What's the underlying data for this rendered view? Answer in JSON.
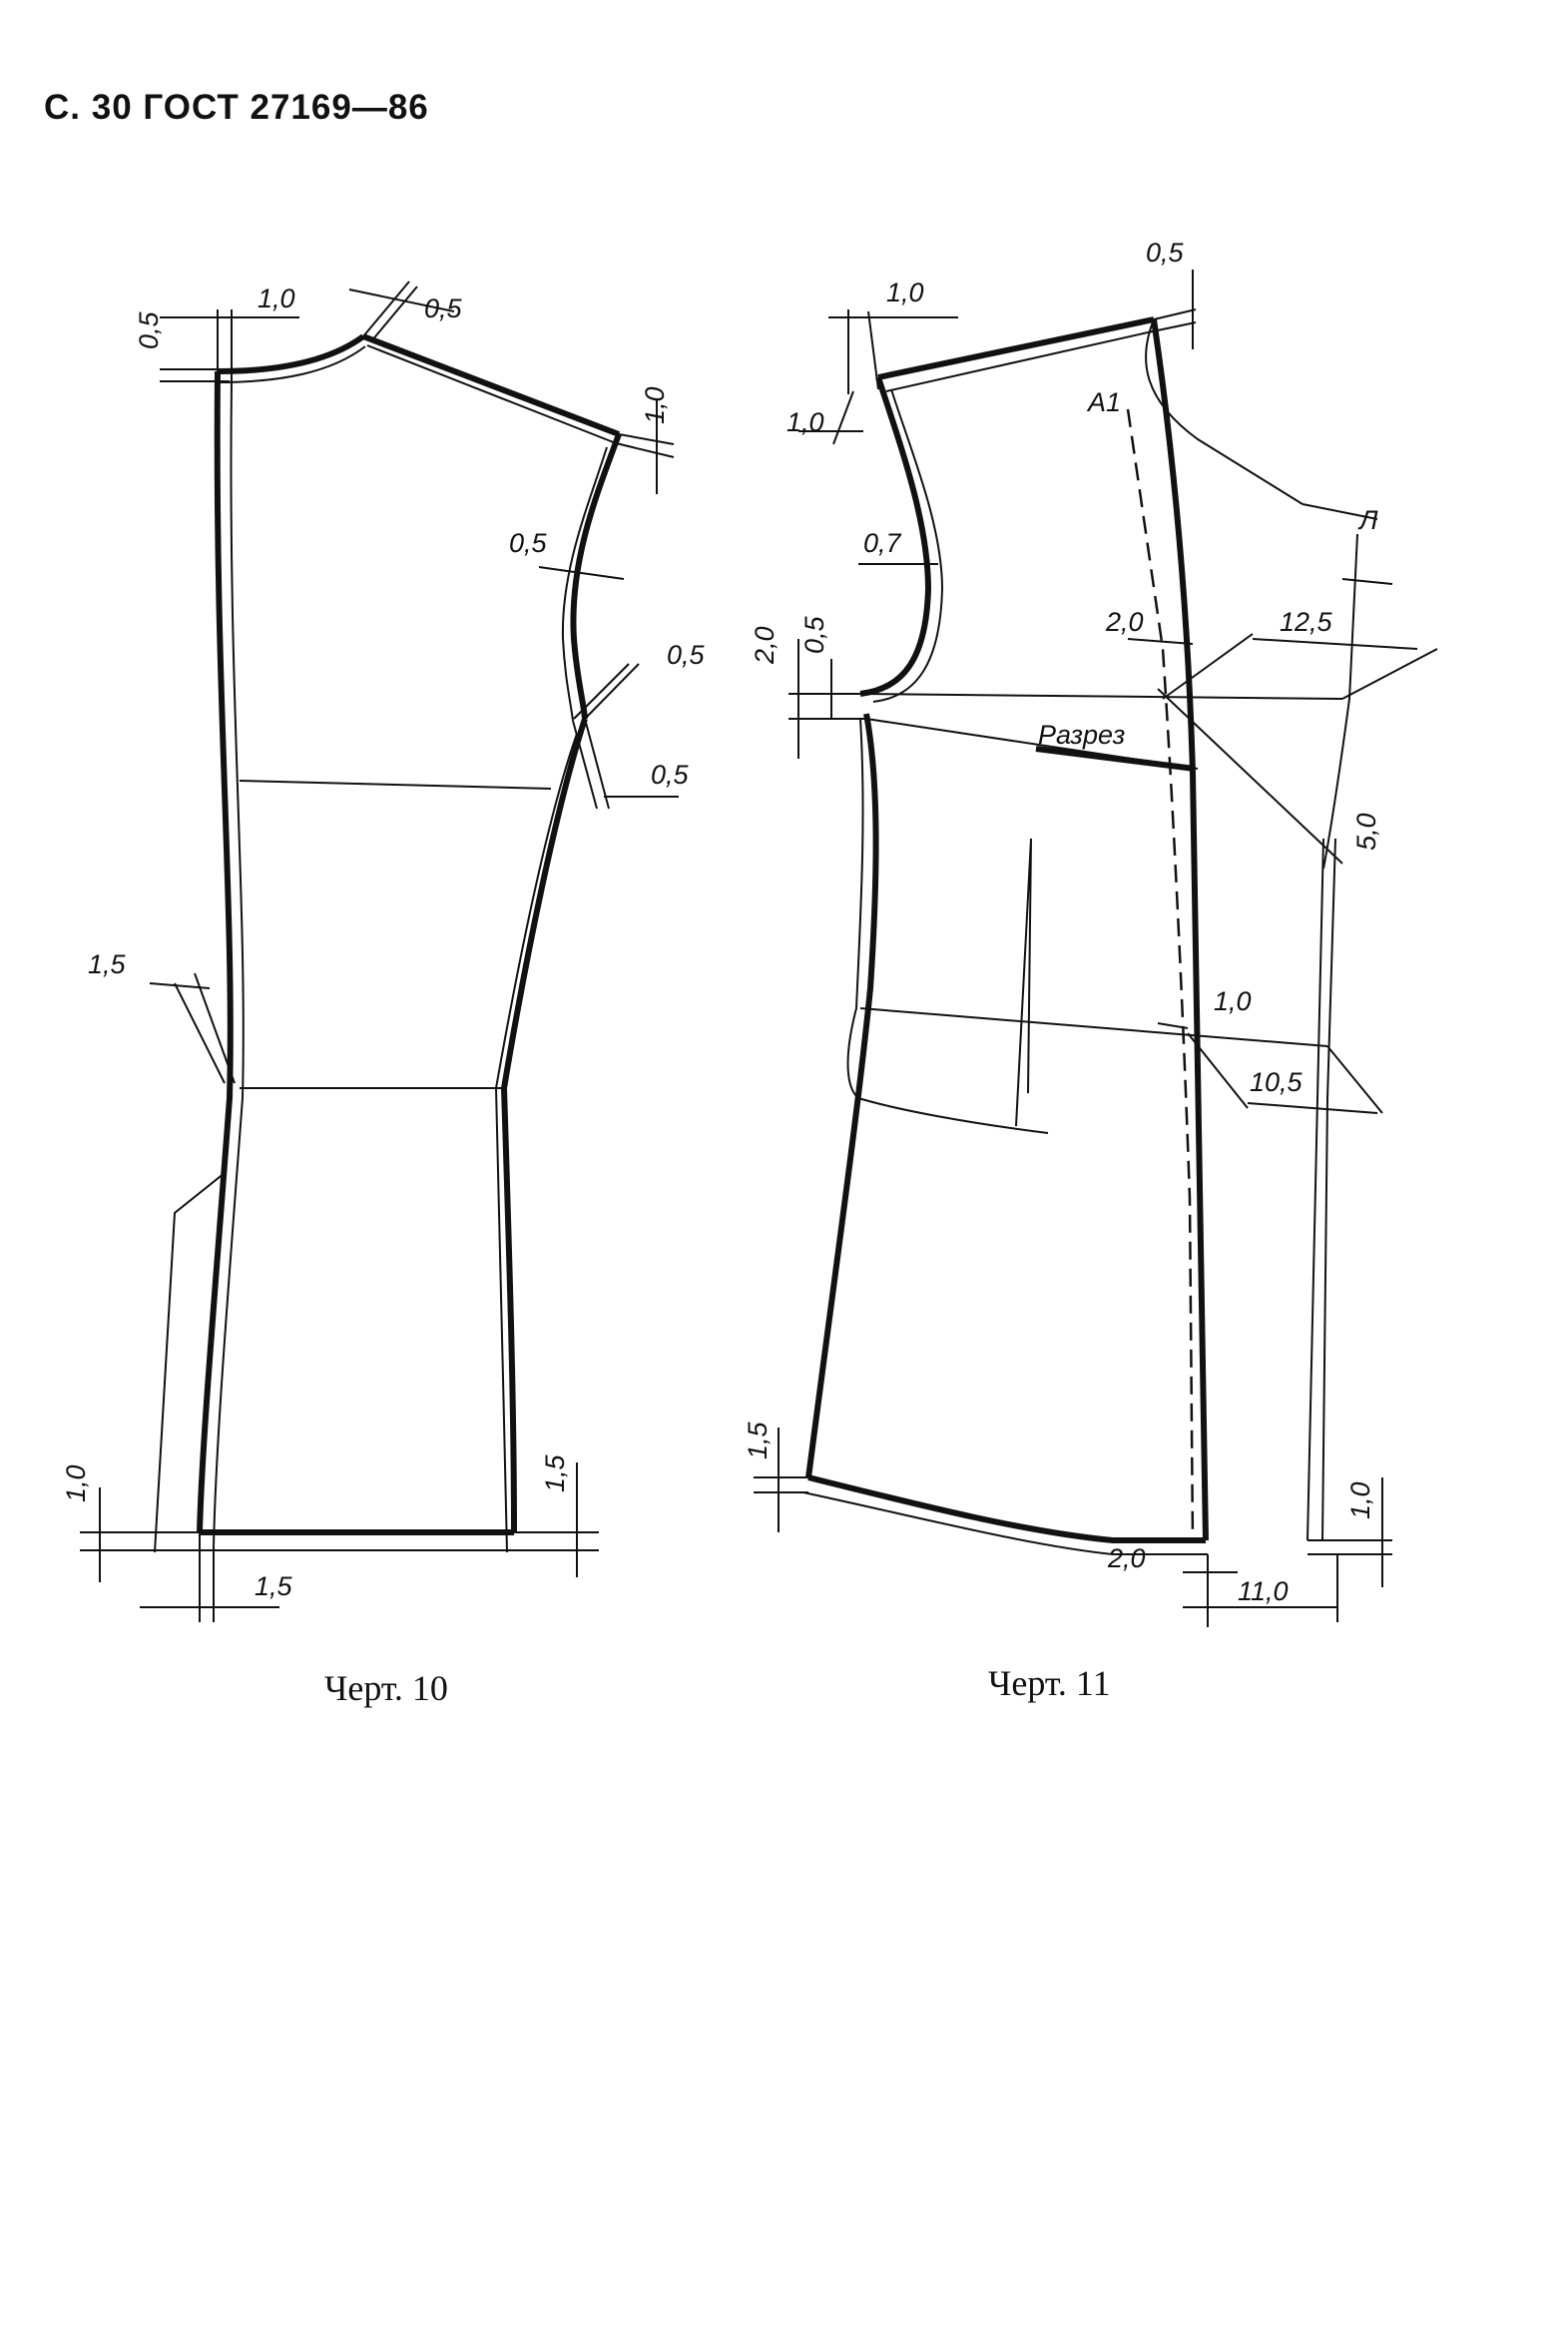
{
  "header": {
    "text": "С. 30 ГОСТ 27169—86"
  },
  "figure10": {
    "caption": "Черт. 10",
    "dims": [
      "1,0",
      "0,5",
      "0,5",
      "1,0",
      "0,5",
      "0,5",
      "0,5",
      "1,5",
      "1,0",
      "1,5",
      "1,5"
    ]
  },
  "figure11": {
    "caption": "Черт. 11",
    "cut_label": "Разрез",
    "point_a1": "А1",
    "point_l": "Л",
    "dims": [
      "0,5",
      "1,0",
      "1,0",
      "0,7",
      "2,0",
      "0,5",
      "2,0",
      "12,5",
      "5,0",
      "1,0",
      "10,5",
      "1,5",
      "1,0",
      "2,0",
      "11,0"
    ]
  }
}
